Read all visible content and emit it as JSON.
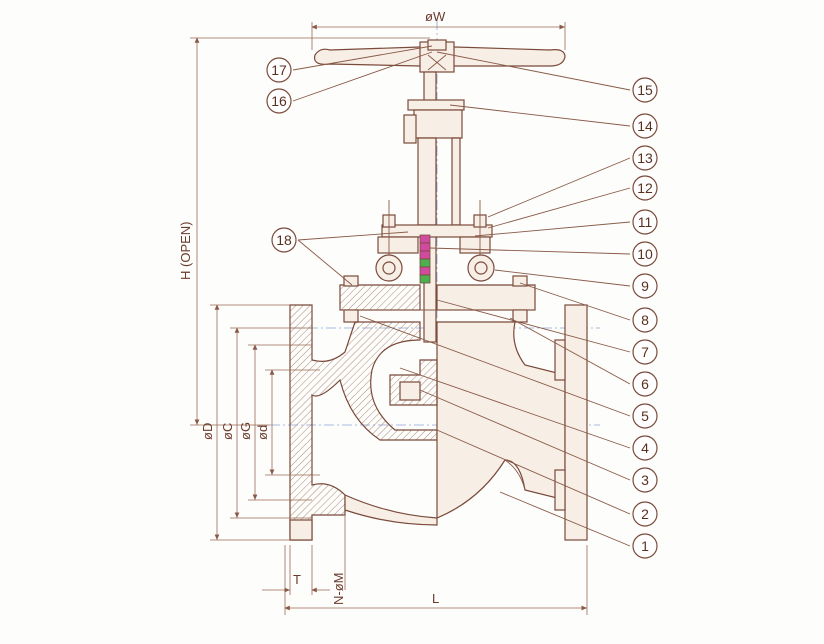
{
  "dimensions": {
    "W": "øW",
    "H": "H (OPEN)",
    "D": "øD",
    "C": "øC",
    "G": "øG",
    "d": "ød",
    "T": "T",
    "M": "N-øM",
    "L": "L"
  },
  "callouts": [
    "1",
    "2",
    "3",
    "4",
    "5",
    "6",
    "7",
    "8",
    "9",
    "10",
    "11",
    "12",
    "13",
    "14",
    "15",
    "16",
    "17",
    "18"
  ],
  "colors": {
    "line": "#7a4a3a",
    "centerline": "#8aa6d8",
    "packing_green": "#4caf50",
    "packing_magenta": "#d04aa0"
  }
}
